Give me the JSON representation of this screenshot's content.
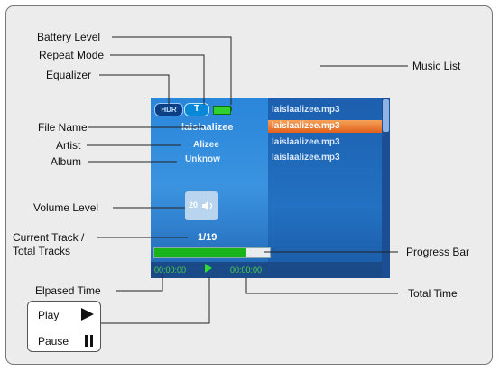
{
  "callouts": {
    "battery_level": "Battery Level",
    "repeat_mode": "Repeat Mode",
    "equalizer": "Equalizer",
    "music_list": "Music List",
    "file_name": "File Name",
    "artist": "Artist",
    "album": "Album",
    "volume_level": "Volume Level",
    "current_track": "Current Track /",
    "total_tracks": "Total Tracks",
    "progress_bar": "Progress Bar",
    "elapsed_time": "Elpased Time",
    "total_time": "Total Time",
    "play": "Play",
    "pause": "Pause"
  },
  "screen": {
    "equalizer_badge": "HDR",
    "repeat_badge": "T",
    "file_name": "laislaalizee",
    "artist": "Alizee",
    "album": "Unknow",
    "volume": "20",
    "track": "1/19",
    "progress_fraction": 0.8,
    "elapsed": "00:00:00",
    "total": "00:00:00",
    "music_list": [
      "laislaalizee.mp3",
      "laislaalizee.mp3",
      "laislaalizee.mp3",
      "laislaalizee.mp3"
    ]
  },
  "colors": {
    "highlight": "#e2611b",
    "progress": "#19b419",
    "screen_blue": "#2f86d6"
  }
}
